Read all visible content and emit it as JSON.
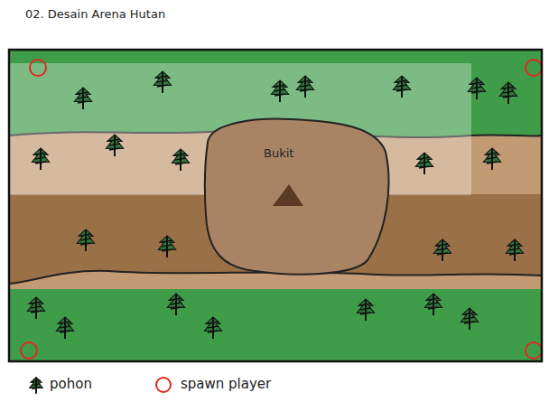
{
  "diagram": {
    "title": "02. Desain Arena Hutan",
    "nodes": [
      {
        "text": [
          "Bukit"
        ]
      }
    ],
    "legend": [
      {
        "text": "pohon"
      },
      {
        "text": "spawn player"
      }
    ]
  }
}
